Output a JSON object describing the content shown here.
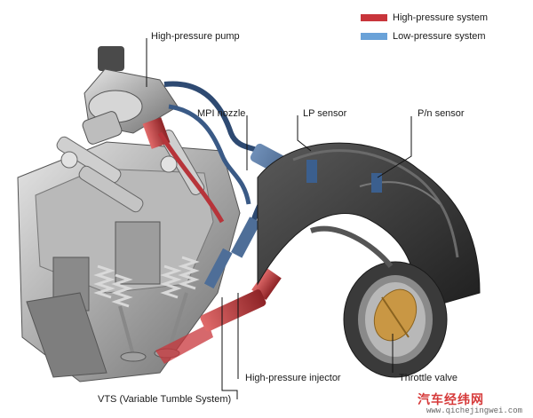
{
  "legend": {
    "high_pressure": {
      "label": "High-pressure system",
      "color": "#c8353b"
    },
    "low_pressure": {
      "label": "Low-pressure system",
      "color": "#6aa2d8"
    }
  },
  "labels": {
    "high_pressure_pump": "High-pressure pump",
    "mpi_nozzle": "MPI nozzle",
    "lp_sensor": "LP sensor",
    "pn_sensor": "P/n sensor",
    "high_pressure_injector": "High-pressure injector",
    "throttle_valve": "Throttle valve",
    "vts": "VTS (Variable Tumble System)"
  },
  "watermark": {
    "brand": "汽车经纬网",
    "url": "www.qichejingwei.com"
  }
}
